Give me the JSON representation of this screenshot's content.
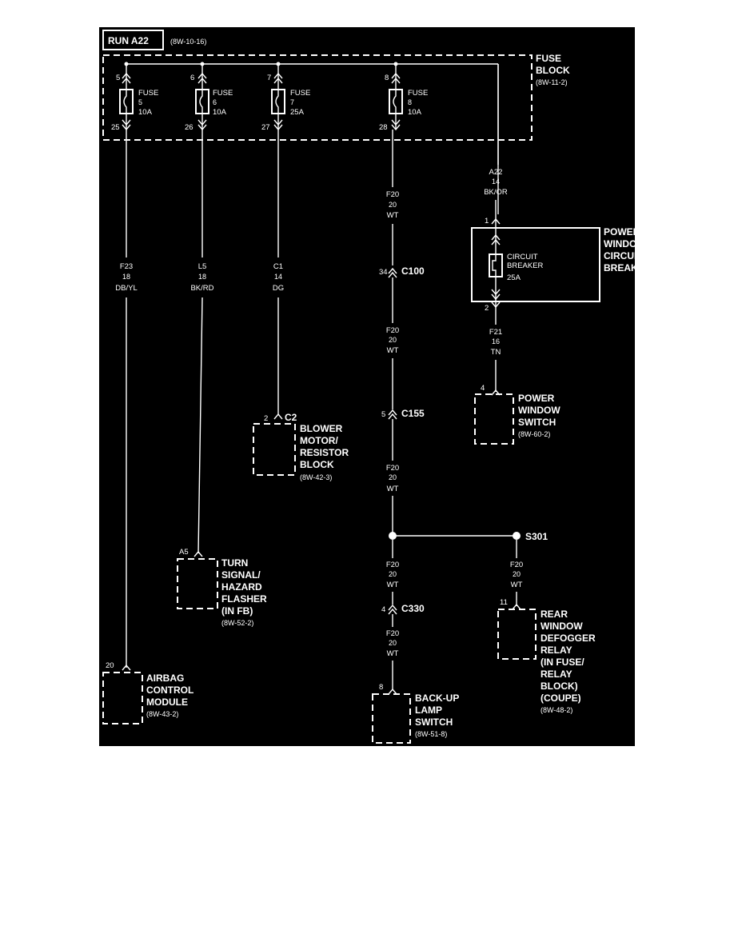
{
  "run_label": "RUN A22",
  "run_ref": "(8W-10-16)",
  "fuse_block": {
    "title_1": "FUSE",
    "title_2": "BLOCK",
    "ref": "(8W-11-2)",
    "fuses": [
      {
        "in_pin": "5",
        "out_pin": "25",
        "name": "FUSE",
        "number": "5",
        "rating": "10A"
      },
      {
        "in_pin": "6",
        "out_pin": "26",
        "name": "FUSE",
        "number": "6",
        "rating": "10A"
      },
      {
        "in_pin": "7",
        "out_pin": "27",
        "name": "FUSE",
        "number": "7",
        "rating": "25A"
      },
      {
        "in_pin": "8",
        "out_pin": "28",
        "name": "FUSE",
        "number": "8",
        "rating": "10A"
      }
    ]
  },
  "wires": {
    "f23": {
      "circuit": "F23",
      "gauge": "18",
      "color": "DB/YL"
    },
    "l5": {
      "circuit": "L5",
      "gauge": "18",
      "color": "BK/RD"
    },
    "c1": {
      "circuit": "C1",
      "gauge": "14",
      "color": "DG"
    },
    "f20_a": {
      "circuit": "F20",
      "gauge": "20",
      "color": "WT"
    },
    "f20_b": {
      "circuit": "F20",
      "gauge": "20",
      "color": "WT"
    },
    "f20_c": {
      "circuit": "F20",
      "gauge": "20",
      "color": "WT"
    },
    "f20_d": {
      "circuit": "F20",
      "gauge": "20",
      "color": "WT"
    },
    "f20_e": {
      "circuit": "F20",
      "gauge": "20",
      "color": "WT"
    },
    "f20_f": {
      "circuit": "F20",
      "gauge": "20",
      "color": "WT"
    },
    "a22": {
      "circuit": "A22",
      "gauge": "14",
      "color": "BK/OR"
    },
    "f21": {
      "circuit": "F21",
      "gauge": "16",
      "color": "TN"
    }
  },
  "connectors": {
    "c100": {
      "pin": "34",
      "name": "C100"
    },
    "c155": {
      "pin": "5",
      "name": "C155"
    },
    "c330": {
      "pin": "4",
      "name": "C330"
    },
    "c2": {
      "pin": "2",
      "name": "C2"
    }
  },
  "splice": {
    "name": "S301"
  },
  "circuit_breaker": {
    "pin_in": "1",
    "pin_out": "2",
    "inner_1": "CIRCUIT",
    "inner_2": "BREAKER",
    "rating": "25A",
    "title": [
      "POWER",
      "WINDOW",
      "CIRCUIT",
      "BREAKER"
    ]
  },
  "components": {
    "power_window_switch": {
      "pin": "4",
      "lines": [
        "POWER",
        "WINDOW",
        "SWITCH"
      ],
      "ref": "(8W-60-2)"
    },
    "blower_motor": {
      "lines": [
        "BLOWER",
        "MOTOR/",
        "RESISTOR",
        "BLOCK"
      ],
      "ref": "(8W-42-3)"
    },
    "turn_signal": {
      "pin": "A5",
      "lines": [
        "TURN",
        "SIGNAL/",
        "HAZARD",
        "FLASHER",
        "(IN FB)"
      ],
      "ref": "(8W-52-2)"
    },
    "airbag": {
      "pin": "20",
      "lines": [
        "AIRBAG",
        "CONTROL",
        "MODULE"
      ],
      "ref": "(8W-43-2)"
    },
    "backup_lamp": {
      "pin": "8",
      "lines": [
        "BACK-UP",
        "LAMP",
        "SWITCH"
      ],
      "ref": "(8W-51-8)"
    },
    "rear_defogger": {
      "pin": "11",
      "lines": [
        "REAR",
        "WINDOW",
        "DEFOGGER",
        "RELAY",
        "(IN FUSE/",
        "RELAY",
        "BLOCK)",
        "(COUPE)"
      ],
      "ref": "(8W-48-2)"
    }
  },
  "colors": {
    "background": "#000000",
    "ink": "#ffffff"
  }
}
